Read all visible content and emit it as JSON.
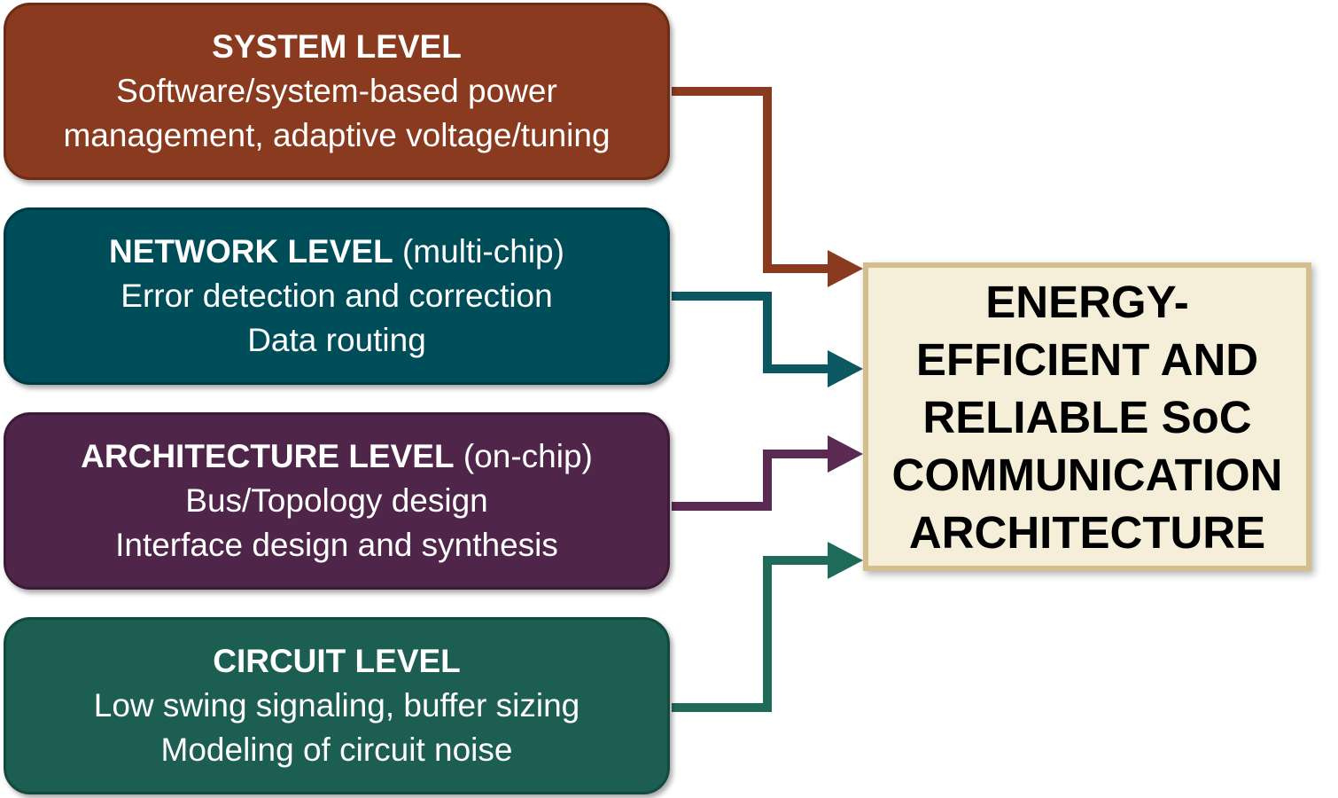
{
  "levels": {
    "system": {
      "heading": "SYSTEM LEVEL",
      "qualifier": "",
      "lines": [
        "Software/system-based power",
        "management, adaptive voltage/tuning"
      ],
      "color": "#8a3a1e"
    },
    "network": {
      "heading": "NETWORK LEVEL",
      "qualifier": "(multi-chip)",
      "lines": [
        "Error detection and correction",
        "Data routing"
      ],
      "color": "#004d5a"
    },
    "architecture": {
      "heading": "ARCHITECTURE LEVEL",
      "qualifier": "(on-chip)",
      "lines": [
        "Bus/Topology design",
        "Interface design and synthesis"
      ],
      "color": "#4f2549"
    },
    "circuit": {
      "heading": "CIRCUIT LEVEL",
      "qualifier": "",
      "lines": [
        "Low swing signaling, buffer sizing",
        "Modeling of circuit noise"
      ],
      "color": "#1c5e52"
    }
  },
  "target": {
    "lines": [
      "ENERGY-",
      "EFFICIENT AND",
      "RELIABLE SoC",
      "COMMUNICATION",
      "ARCHITECTURE"
    ],
    "background": "#f5efd9",
    "border_color": "#d2bf8d"
  },
  "arrow_colors": {
    "system": "#8a3a1e",
    "network": "#0b5862",
    "architecture": "#5a2a52",
    "circuit": "#1f6b5a"
  }
}
